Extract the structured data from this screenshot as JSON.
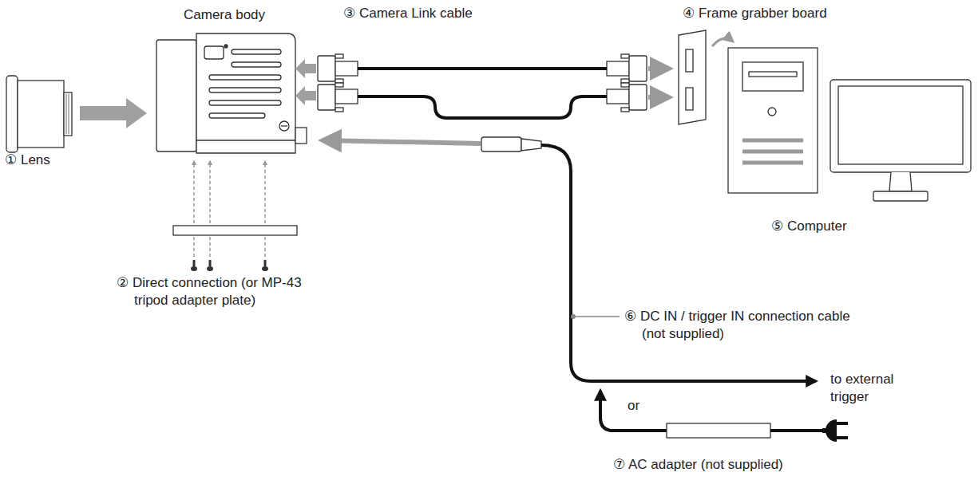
{
  "diagram": {
    "labels": [
      "Camera body",
      "③ Camera Link cable",
      "④ Frame grabber board",
      "① Lens",
      "⑤ Computer",
      "② Direct connection (or MP-43 tripod adapter plate)",
      "⑥ DC IN / trigger IN connection cable (not supplied)",
      "to external trigger",
      "or",
      "⑦ AC adapter (not supplied)"
    ]
  }
}
